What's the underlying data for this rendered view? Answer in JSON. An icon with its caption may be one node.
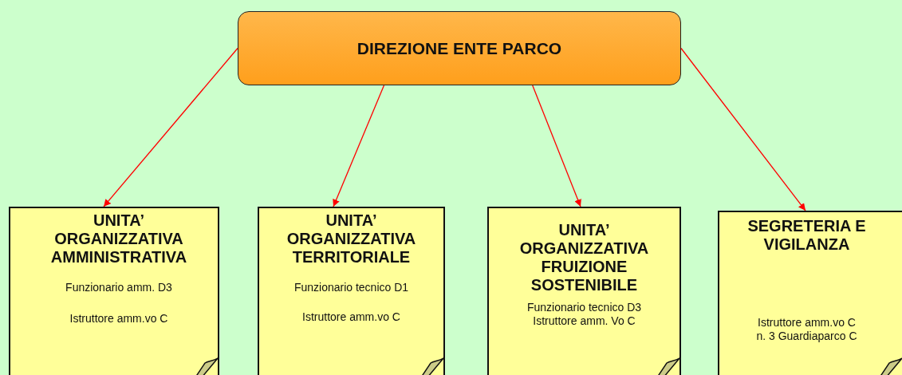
{
  "diagram": {
    "nodes": [
      {
        "text": [
          "DIREZIONE ENTE PARCO"
        ]
      },
      {
        "text": [
          "UNITA’ ORGANIZZATIVA AMMINISTRATIVA",
          "Funzionario amm. D3",
          "Istruttore amm.vo C"
        ]
      },
      {
        "text": [
          "UNITA’ ORGANIZZATIVA TERRITORIALE",
          "Funzionario tecnico D1",
          "Istruttore amm.vo C"
        ]
      },
      {
        "text": [
          "UNITA’ ORGANIZZATIVA FRUIZIONE SOSTENIBILE",
          "Funzionario tecnico D3",
          "Istruttore amm. Vo C"
        ]
      },
      {
        "text": [
          "SEGRETERIA E VIGILANZA",
          "Istruttore amm.vo C",
          "n. 3 Guardiaparco C"
        ]
      }
    ],
    "edges": [
      {
        "from": 0,
        "to": 1,
        "arrow": "to"
      },
      {
        "from": 0,
        "to": 2,
        "arrow": "to"
      },
      {
        "from": 0,
        "to": 3,
        "arrow": "to"
      },
      {
        "from": 0,
        "to": 4,
        "arrow": "to"
      }
    ]
  }
}
